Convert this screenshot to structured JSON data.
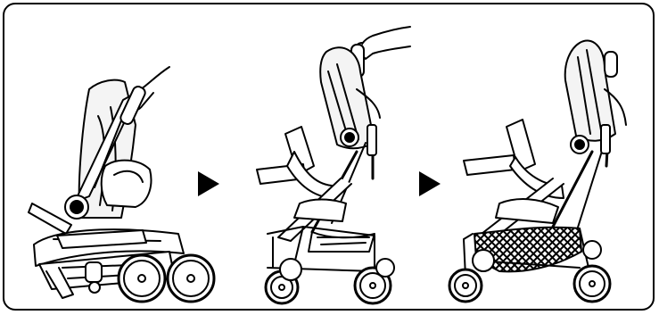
{
  "figure": {
    "steps": [
      {
        "id": "step-1",
        "state": "folded stroller being lifted by hand"
      },
      {
        "id": "step-2",
        "state": "stroller partially unfolded, hand pulling handle"
      },
      {
        "id": "step-3",
        "state": "stroller fully unfolded with basket"
      }
    ],
    "arrows": [
      "right-arrow",
      "right-arrow"
    ],
    "colors": {
      "stroke": "#000000",
      "fill": "#ffffff",
      "fabric": "#f4f4f4",
      "mesh": "#1a1a1a"
    }
  }
}
